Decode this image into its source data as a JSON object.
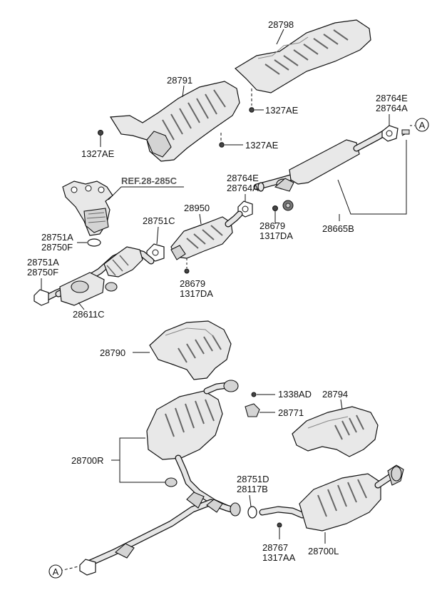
{
  "labels": {
    "p28798": "28798",
    "p28791": "28791",
    "p1327ae_top": "1327AE",
    "p1327ae_left": "1327AE",
    "p1327ae_mid": "1327AE",
    "p28764e_top": "28764E",
    "p28764a_top": "28764A",
    "ref": "REF.28-285C",
    "p28764e_mid": "28764E",
    "p28764a_mid": "28764A",
    "p28950": "28950",
    "p28751c": "28751C",
    "p28751a_1": "28751A",
    "p28750f_1": "28750F",
    "p28679_a": "28679",
    "p1317da_a": "1317DA",
    "p28665b": "28665B",
    "p28751a_2": "28751A",
    "p28750f_2": "28750F",
    "p28679_b": "28679",
    "p1317da_b": "1317DA",
    "p28611c": "28611C",
    "p28790": "28790",
    "p1338ad": "1338AD",
    "p28794": "28794",
    "p28771": "28771",
    "p28700r": "28700R",
    "p28751d": "28751D",
    "p28117b": "28117B",
    "p28767": "28767",
    "p1317aa": "1317AA",
    "p28700l": "28700L",
    "conn_a_top": "A",
    "conn_a_bottom": "A"
  }
}
